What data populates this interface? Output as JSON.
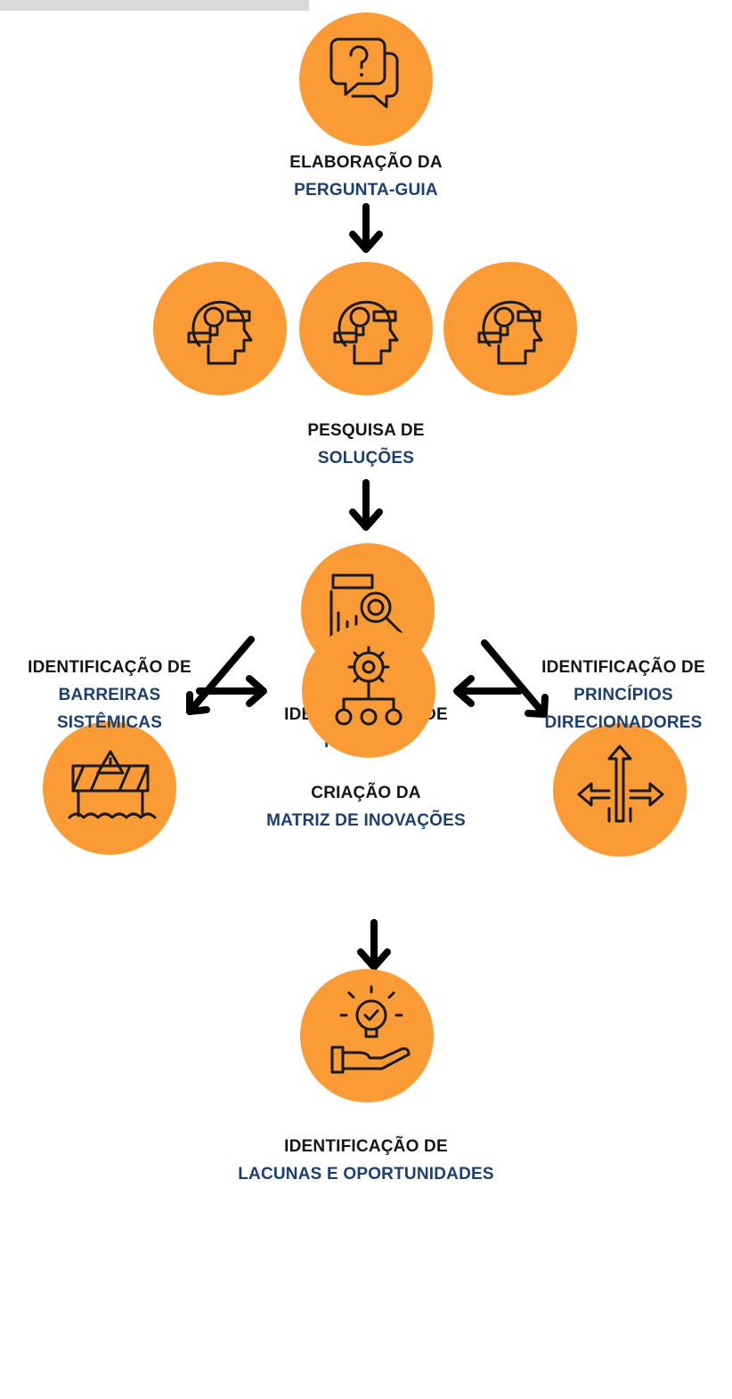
{
  "colors": {
    "circle": "#fb9b35",
    "dark_text": "#151515",
    "blue_text": "#1c3f73",
    "arrow": "#000000"
  },
  "steps": {
    "pergunta": {
      "line1": "ELABORAÇÃO DA",
      "line2": "PERGUNTA-GUIA",
      "icon": "question-chat-icon"
    },
    "solucoes": {
      "line1": "PESQUISA DE",
      "line2": "SOLUÇÕES",
      "icon": "head-idea-icon"
    },
    "padroes": {
      "line1": "IDENTIFICAÇÃO DE",
      "line2": "PADRÕES",
      "icon": "chart-magnifier-icon"
    },
    "barreiras": {
      "line1": "IDENTIFICAÇÃO DE",
      "line2": "BARREIRAS",
      "line3": "SISTÊMICAS",
      "icon": "barrier-warning-icon"
    },
    "principios": {
      "line1": "IDENTIFICAÇÃO DE",
      "line2": "PRINCÍPIOS",
      "line3": "DIRECIONADORES",
      "icon": "direction-arrows-icon"
    },
    "matriz": {
      "line1": "CRIAÇÃO DA",
      "line2": "MATRIZ DE INOVAÇÕES",
      "icon": "gear-hierarchy-icon"
    },
    "lacunas": {
      "line1": "IDENTIFICAÇÃO DE",
      "line2": "LACUNAS E OPORTUNIDADES",
      "icon": "hand-lightbulb-icon"
    }
  }
}
